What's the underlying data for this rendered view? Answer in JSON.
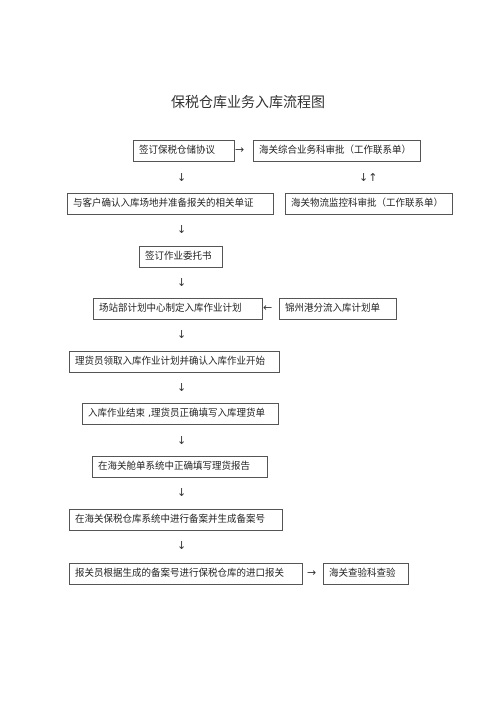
{
  "title": "保税仓库业务入库流程图",
  "nodes": {
    "n1": "签订保税仓储协议",
    "n2": "海关综合业务科审批（工作联系单）",
    "n3": "与客户确认入库场地并准备报关的相关单证",
    "n4": "海关物流监控科审批（工作联系单）",
    "n5": "签订作业委托书",
    "n6": "场站部计划中心制定入库作业计划",
    "n7": "锦州港分流入库计划单",
    "n8": "理货员领取入库作业计划并确认入库作业开始",
    "n9": "入库作业结束 ,理货员正确填写入库理货单",
    "n10": "在海关舱单系统中正确填写理货报告",
    "n11": "在海关保税仓库系统中进行备案并生成备案号",
    "n12": "报关员根据生成的备案号进行保税仓库的进口报关",
    "n13": "海关查验科查验"
  },
  "arrows": {
    "right": "→",
    "left": "←",
    "down": "↓",
    "down_up": "↓↑"
  }
}
